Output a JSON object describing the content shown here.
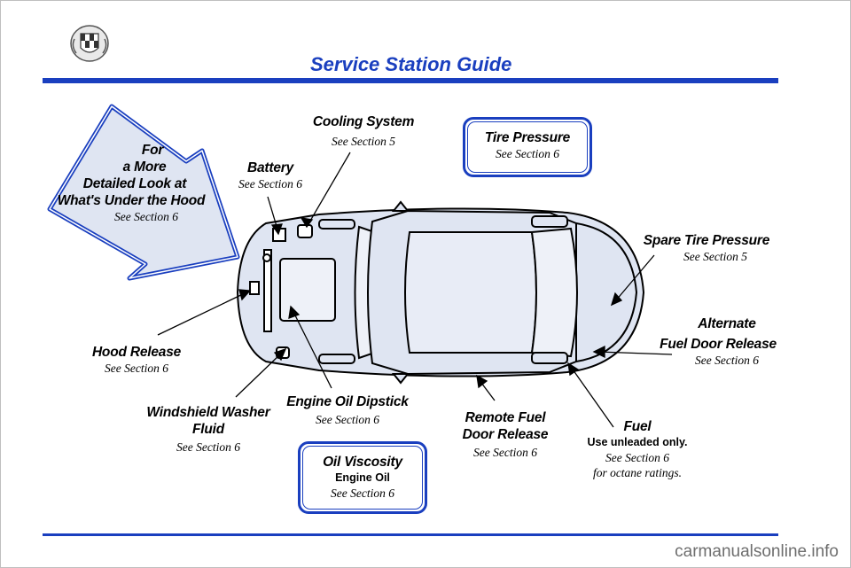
{
  "title": "Service Station Guide",
  "arrow_callout": {
    "line1": "For",
    "line2": "a More",
    "line3": "Detailed Look at",
    "line4": "What's Under the Hood",
    "section": "See Section 6"
  },
  "callouts": {
    "cooling_system": {
      "title": "Cooling System",
      "section": "See Section 5"
    },
    "battery": {
      "title": "Battery",
      "section": "See Section 6"
    },
    "tire_pressure": {
      "title": "Tire Pressure",
      "section": "See Section 6"
    },
    "spare_tire_pressure": {
      "title": "Spare Tire Pressure",
      "section": "See Section 5"
    },
    "alternate_fuel_door": {
      "line1": "Alternate",
      "line2": "Fuel Door Release",
      "section": "See Section 6"
    },
    "hood_release": {
      "title": "Hood Release",
      "section": "See Section 6"
    },
    "windshield_washer": {
      "line1": "Windshield Washer",
      "line2": "Fluid",
      "section": "See Section 6"
    },
    "engine_oil_dipstick": {
      "title": "Engine Oil Dipstick",
      "section": "See Section 6"
    },
    "remote_fuel_door": {
      "line1": "Remote Fuel",
      "line2": "Door Release",
      "section": "See Section 6"
    },
    "fuel": {
      "title": "Fuel",
      "note": "Use unleaded only.",
      "section": "See Section 6",
      "extra": "for octane ratings."
    },
    "oil_viscosity": {
      "title": "Oil Viscosity",
      "note": "Engine Oil",
      "section": "See Section 6"
    }
  },
  "watermark": "carmanualsonline.info",
  "colors": {
    "accent": "#1a3fbf",
    "car_fill": "#dfe5f2",
    "outline": "#000000"
  }
}
